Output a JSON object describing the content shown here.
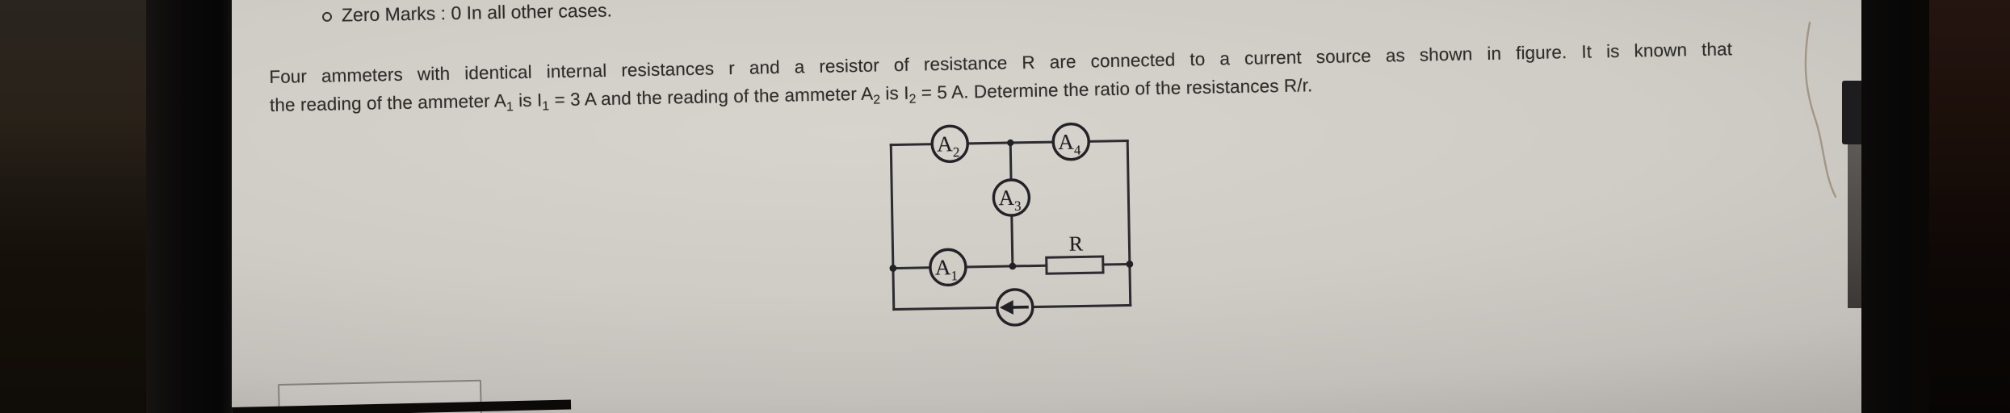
{
  "colors": {
    "screen_bg": "#cfcbc5",
    "text": "#2e2d2b",
    "circuit_stroke": "#2b2b30",
    "scrollbar_thumb": "#1d1c1e",
    "scrollbar_track": "#4c4845"
  },
  "rubric": {
    "bullet_icon": "circle-outline-bullet",
    "bullet_label": "Zero Marks : 0 In all other cases."
  },
  "question": {
    "line1": "Four ammeters with identical internal resistances r and a resistor of resistance R are connected to a current source as shown in figure. It is known that",
    "line2": {
      "seg1": "the reading of the ammeter A",
      "sub1": "1",
      "seg2": " is I",
      "sub2": "1",
      "seg3": " = 3 A and the reading of the ammeter A",
      "sub3": "2",
      "seg4": " is I",
      "sub4": "2",
      "seg5": " = 5 A. Determine the ratio of the resistances R/r."
    }
  },
  "figure": {
    "ammeters": {
      "a1": {
        "base": "A",
        "sub": "1"
      },
      "a2": {
        "base": "A",
        "sub": "2"
      },
      "a3": {
        "base": "A",
        "sub": "3"
      },
      "a4": {
        "base": "A",
        "sub": "4"
      }
    },
    "resistor_label": "R",
    "source_icon": "current-source-left-arrow"
  },
  "answer_input": {
    "value": "",
    "placeholder": ""
  }
}
